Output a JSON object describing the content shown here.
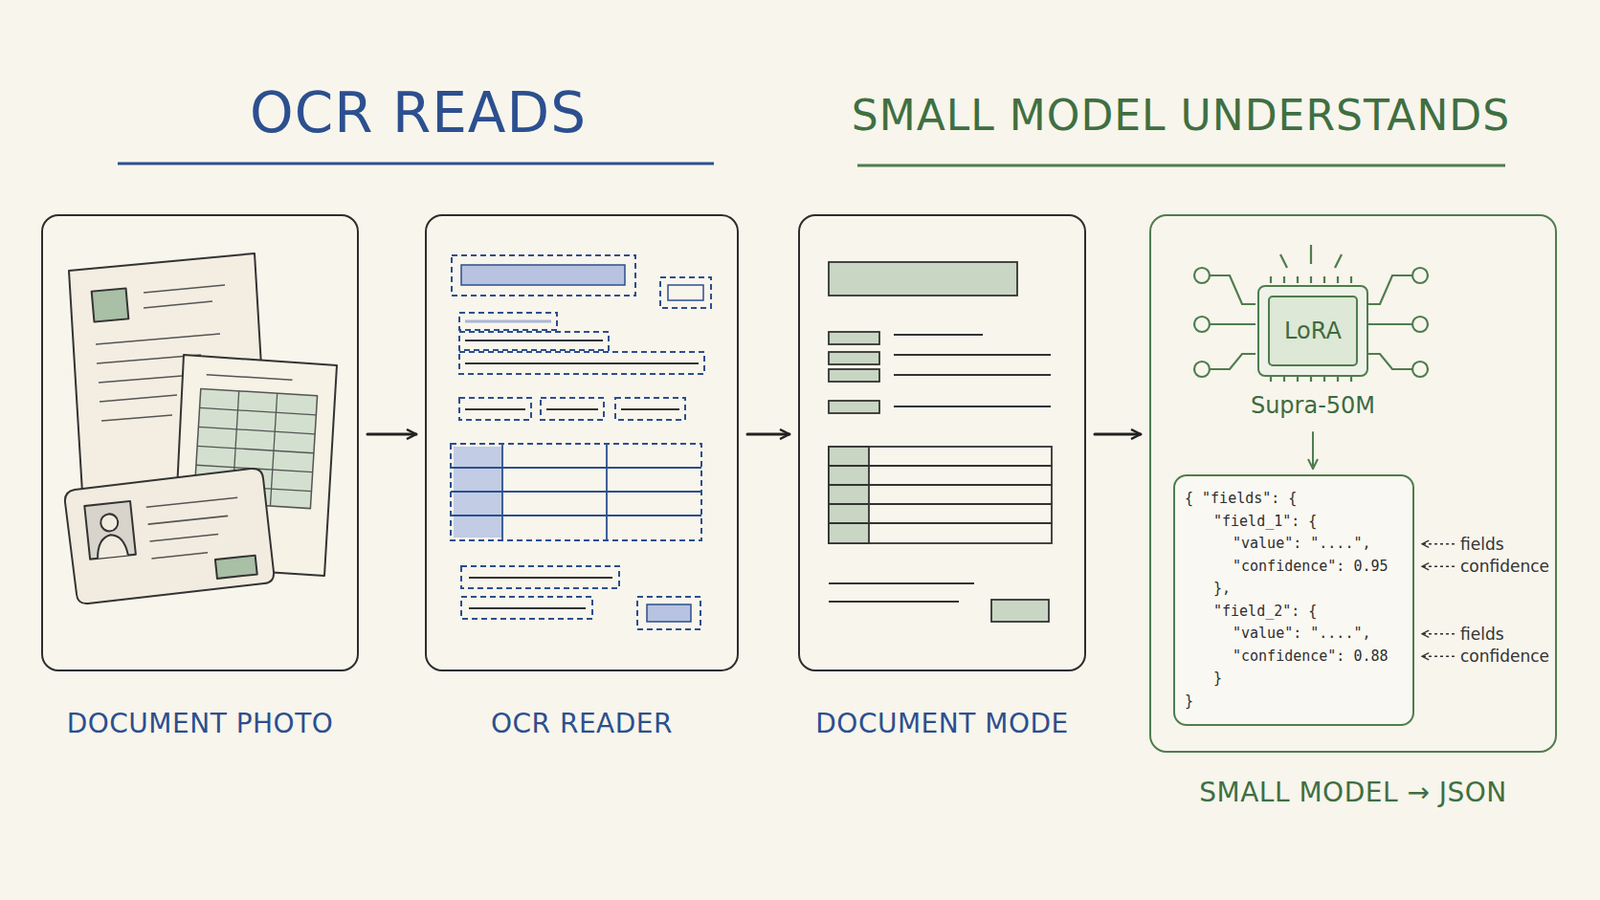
{
  "diagram": {
    "nodes": [
      {
        "text": [
          "DOCUMENT PHOTO"
        ]
      },
      {
        "text": [
          "OCR READER"
        ]
      },
      {
        "text": [
          "DOCUMENT MODE"
        ]
      },
      {
        "text": [
          "SMALL MODEL → JSON"
        ]
      },
      {
        "text": [
          "LoRA",
          "Supra-50M"
        ],
        "in": 3
      },
      {
        "text": [
          "{ \"fields\": {",
          "\"field_1\": {",
          "\"value\": \"....\",",
          "\"confidence\": 0.95",
          "},",
          "\"field_2\": {",
          "\"value\": \"....\",",
          "\"confidence\": 0.88",
          "}",
          "}"
        ],
        "in": 3
      }
    ],
    "edges": [
      {
        "from": 0,
        "to": 1,
        "arrow": "to"
      },
      {
        "from": 1,
        "to": 2,
        "arrow": "to"
      },
      {
        "from": 2,
        "to": 3,
        "arrow": "to"
      },
      {
        "from": 4,
        "to": 5,
        "arrow": "to"
      }
    ],
    "labels": [
      "OCR READS",
      "SMALL MODEL UNDERSTANDS",
      "fields",
      "confidence",
      "fields",
      "confidence"
    ]
  }
}
